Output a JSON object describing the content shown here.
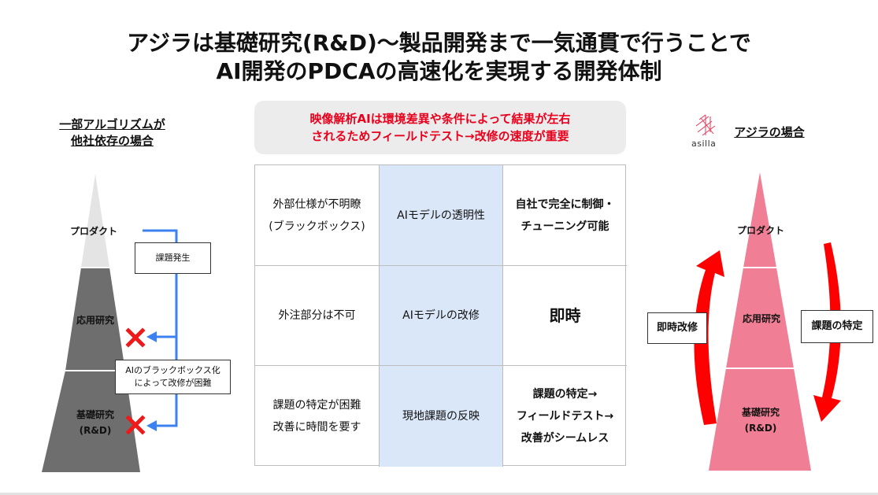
{
  "title": {
    "line1": "アジラは基礎研究(R&D)〜製品開発まで一気通貫で行うことで",
    "line2": "AI開発のPDCAの高速化を実現する開発体制"
  },
  "left": {
    "heading_line1": "一部アルゴリズムが",
    "heading_line2": "他社依存の場合",
    "levels": {
      "top": "プロダクト",
      "middle": "応用研究",
      "bottom_line1": "基礎研究",
      "bottom_line2": "(R&D)"
    },
    "issue_box": "課題発生",
    "blackbox_note_line1": "AIのブラックボックス化",
    "blackbox_note_line2": "によって改修が困難"
  },
  "callout": {
    "line1": "映像解析AIは環境差異や条件によって結果が左右",
    "line2": "されるためフィールドテスト→改修の速度が重要"
  },
  "table": {
    "rows": [
      {
        "left_line1": "外部仕様が不明瞭",
        "left_line2": "(ブラックボックス)",
        "center": "AIモデルの透明性",
        "right_line1": "自社で完全に制御・",
        "right_line2": "チューニング可能"
      },
      {
        "left_line1": "外注部分は不可",
        "center": "AIモデルの改修",
        "right_line1": "即時"
      },
      {
        "left_line1": "課題の特定が困難",
        "left_line2": "改善に時間を要す",
        "center": "現地課題の反映",
        "right_line1": "課題の特定→",
        "right_line2": "フィールドテスト→",
        "right_line3": "改善がシームレス"
      }
    ]
  },
  "right": {
    "logo_text": "asilla",
    "heading": "アジラの場合",
    "levels": {
      "top": "プロダクト",
      "middle": "応用研究",
      "bottom_line1": "基礎研究",
      "bottom_line2": "(R&D)"
    },
    "left_box": "即時改修",
    "right_box": "課題の特定"
  },
  "colors": {
    "pyramid_light": "#e4e4e4",
    "pyramid_dark": "#6e6e6e",
    "pink": "#f07f95",
    "arrow_red": "#ff0000",
    "blue_line": "#3b82f0",
    "callout_text": "#e8001c",
    "table_mid": "#dae7f8"
  }
}
